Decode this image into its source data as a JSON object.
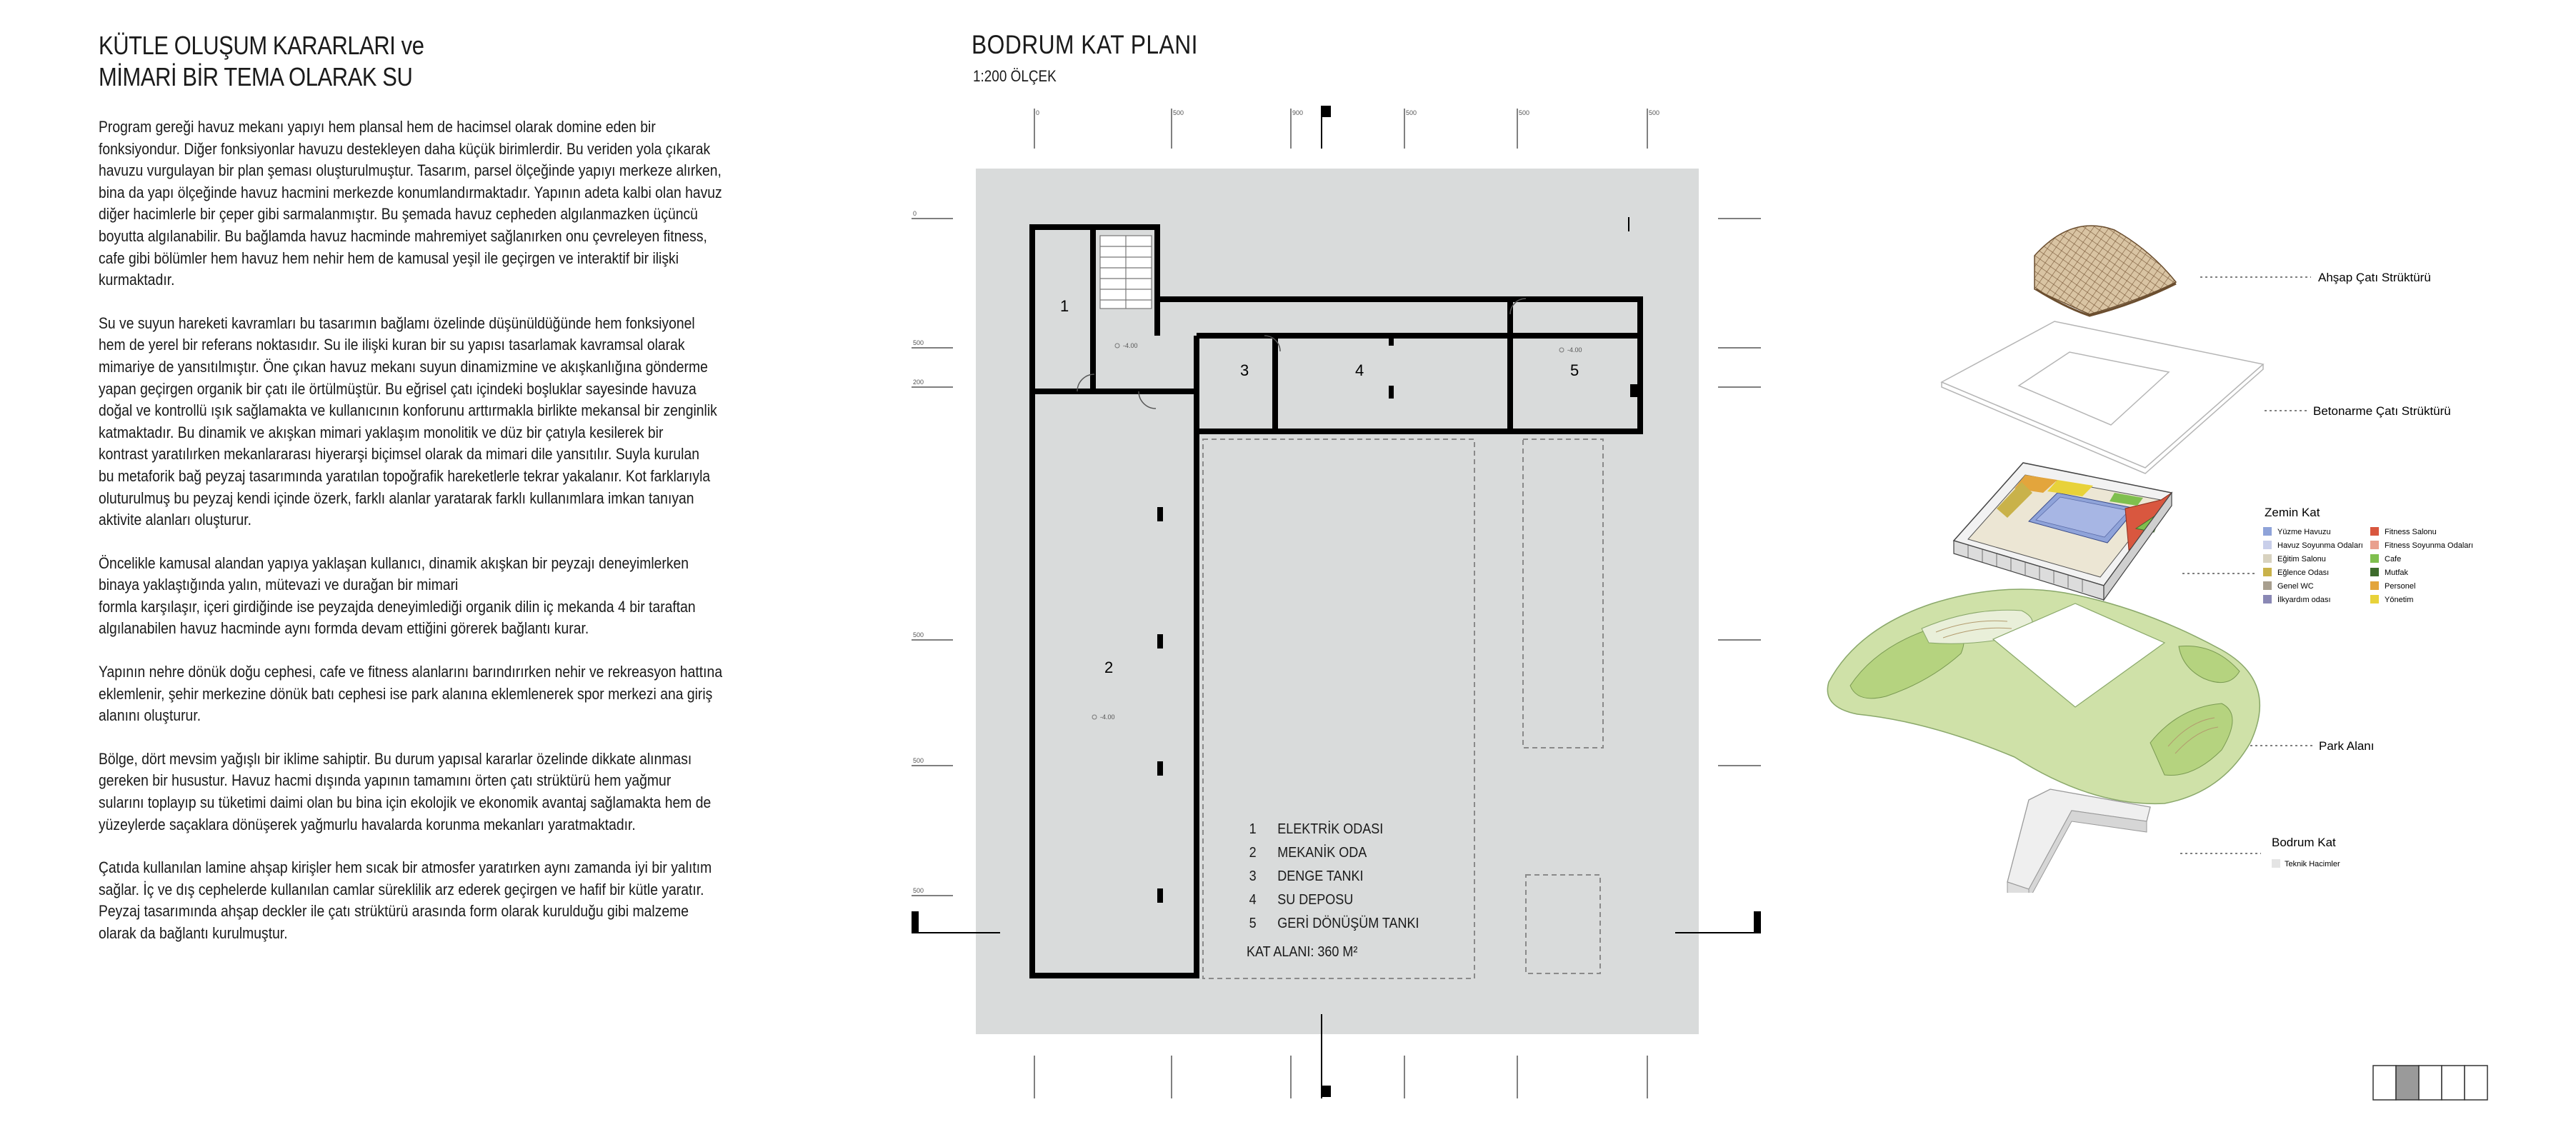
{
  "left": {
    "title_line1": "KÜTLE OLUŞUM KARARLARI ve",
    "title_line2": "MİMARİ BİR TEMA OLARAK SU",
    "paragraphs": [
      "Program gereği havuz mekanı yapıyı hem plansal hem de hacimsel olarak domine eden bir\nfonksiyondur. Diğer fonksiyonlar havuzu destekleyen daha küçük birimlerdir. Bu veriden yola çıkarak\nhavuzu vurgulayan bir plan şeması oluşturulmuştur. Tasarım, parsel ölçeğinde yapıyı merkeze alırken,\nbina da yapı ölçeğinde havuz hacmini merkezde konumlandırmaktadır. Yapının adeta kalbi olan havuz\ndiğer hacimlerle bir çeper gibi sarmalanmıştır.  Bu şemada havuz cepheden algılanmazken üçüncü\nboyutta algılanabilir.  Bu bağlamda havuz hacminde mahremiyet sağlanırken onu çevreleyen fitness,\ncafe gibi bölümler hem havuz hem nehir hem de kamusal yeşil ile geçirgen ve interaktif bir ilişki\nkurmaktadır.",
      "Su ve suyun hareketi kavramları bu tasarımın bağlamı özelinde düşünüldüğünde hem fonksiyonel\nhem de yerel bir referans noktasıdır. Su ile ilişki kuran bir su yapısı tasarlamak kavramsal olarak\nmimariye de yansıtılmıştır. Öne çıkan havuz mekanı suyun dinamizmine  ve akışkanlığına gönderme\nyapan geçirgen organik bir çatı ile örtülmüştür. Bu eğrisel çatı içindeki boşluklar sayesinde havuza\ndoğal ve kontrollü ışık sağlamakta ve kullanıcının konforunu arttırmakla birlikte mekansal bir zenginlik\nkatmaktadır. Bu dinamik ve akışkan mimari yaklaşım monolitik ve düz bir çatıyla kesilerek bir\nkontrast yaratılırken mekanlararası hiyerarşi biçimsel olarak da mimari dile yansıtılır.  Suyla kurulan\nbu metaforik bağ peyzaj tasarımında yaratılan topoğrafik hareketlerle tekrar yakalanır. Kot farklarıyla\noluturulmuş bu peyzaj kendi içinde özerk, farklı alanlar yaratarak farklı kullanımlara imkan tanıyan\naktivite alanları oluşturur.",
      "Öncelikle kamusal alandan yapıya yaklaşan kullanıcı, dinamik akışkan bir peyzajı deneyimlerken\nbinaya yaklaştığında yalın, mütevazi ve durağan bir mimari\nformla karşılaşır, içeri girdiğinde ise peyzajda deneyimlediği organik dilin  iç mekanda 4 bir taraftan\nalgılanabilen havuz hacminde aynı formda devam ettiğini görerek bağlantı kurar.",
      "Yapının nehre dönük doğu cephesi, cafe ve fitness alanlarını barındırırken nehir ve rekreasyon hattına\neklemlenir, şehir merkezine dönük batı cephesi ise park alanına eklemlenerek spor merkezi ana giriş\nalanını  oluşturur.",
      "Bölge, dört mevsim yağışlı bir iklime sahiptir. Bu durum yapısal kararlar özelinde dikkate alınması\ngereken bir husustur. Havuz hacmi dışında yapının tamamını örten çatı strüktürü hem yağmur\nsularını toplayıp su tüketimi daimi olan bu bina için ekolojik ve ekonomik avantaj sağlamakta hem de\nyüzeylerde saçaklara dönüşerek yağmurlu havalarda korunma mekanları yaratmaktadır.",
      "Çatıda kullanılan lamine ahşap kirişler hem sıcak bir atmosfer yaratırken aynı zamanda iyi bir yalıtım\nsağlar. İç ve dış cephelerde kullanılan camlar süreklilik arz ederek geçirgen ve hafif bir kütle yaratır.\nPeyzaj tasarımında ahşap deckler ile çatı strüktürü arasında form olarak kurulduğu gibi malzeme\nolarak da bağlantı kurulmuştur."
    ]
  },
  "plan": {
    "title": "BODRUM  KAT PLANI",
    "scale": "1:200 ÖLÇEK",
    "room_numbers": [
      "1",
      "2",
      "3",
      "4",
      "5"
    ],
    "level_marks": [
      "-4.00",
      "-4.00",
      "-4.00"
    ],
    "top_ticks": [
      "0",
      "500",
      "900",
      "500",
      "500",
      "500"
    ],
    "left_ticks": [
      "0",
      "500",
      "200",
      "500",
      "500",
      "500"
    ],
    "legend": [
      {
        "num": "1",
        "label": "ELEKTRİK ODASI"
      },
      {
        "num": "2",
        "label": "MEKANİK ODA"
      },
      {
        "num": "3",
        "label": "DENGE TANKI"
      },
      {
        "num": "4",
        "label": "SU DEPOSU"
      },
      {
        "num": "5",
        "label": "GERİ DÖNÜŞÜM TANKI"
      }
    ],
    "floor_area": "KAT ALANI: 360 M²"
  },
  "exploded": {
    "labels": {
      "wood_roof": "Ahşap Çatı Strüktürü",
      "concrete_roof": "Betonarme Çatı Strüktürü",
      "park": "Park  Alanı",
      "basement": "Bodrum Kat"
    },
    "ground_floor_title": "Zemin Kat",
    "ground_legend_left": [
      {
        "label": "Yüzme Havuzu",
        "color": "#8fa3d9"
      },
      {
        "label": "Havuz Soyunma Odaları",
        "color": "#c9cfea"
      },
      {
        "label": "Eğitim Salonu",
        "color": "#d8d2bf"
      },
      {
        "label": "Eğlence Odası",
        "color": "#c9b24a"
      },
      {
        "label": "Genel WC",
        "color": "#a89f8f"
      },
      {
        "label": "İlkyardım odası",
        "color": "#8a88b5"
      }
    ],
    "ground_legend_right": [
      {
        "label": "Fitness Salonu",
        "color": "#d9573f"
      },
      {
        "label": "Fitness Soyunma Odaları",
        "color": "#e9a08e"
      },
      {
        "label": "Cafe",
        "color": "#7fbf4e"
      },
      {
        "label": "Mutfak",
        "color": "#3d6b2c"
      },
      {
        "label": "Personel",
        "color": "#e3a53c"
      },
      {
        "label": "Yönetim",
        "color": "#e8d23a"
      }
    ],
    "basement_legend": {
      "label": "Teknik Hacimler",
      "color": "#e4e4e4"
    }
  }
}
